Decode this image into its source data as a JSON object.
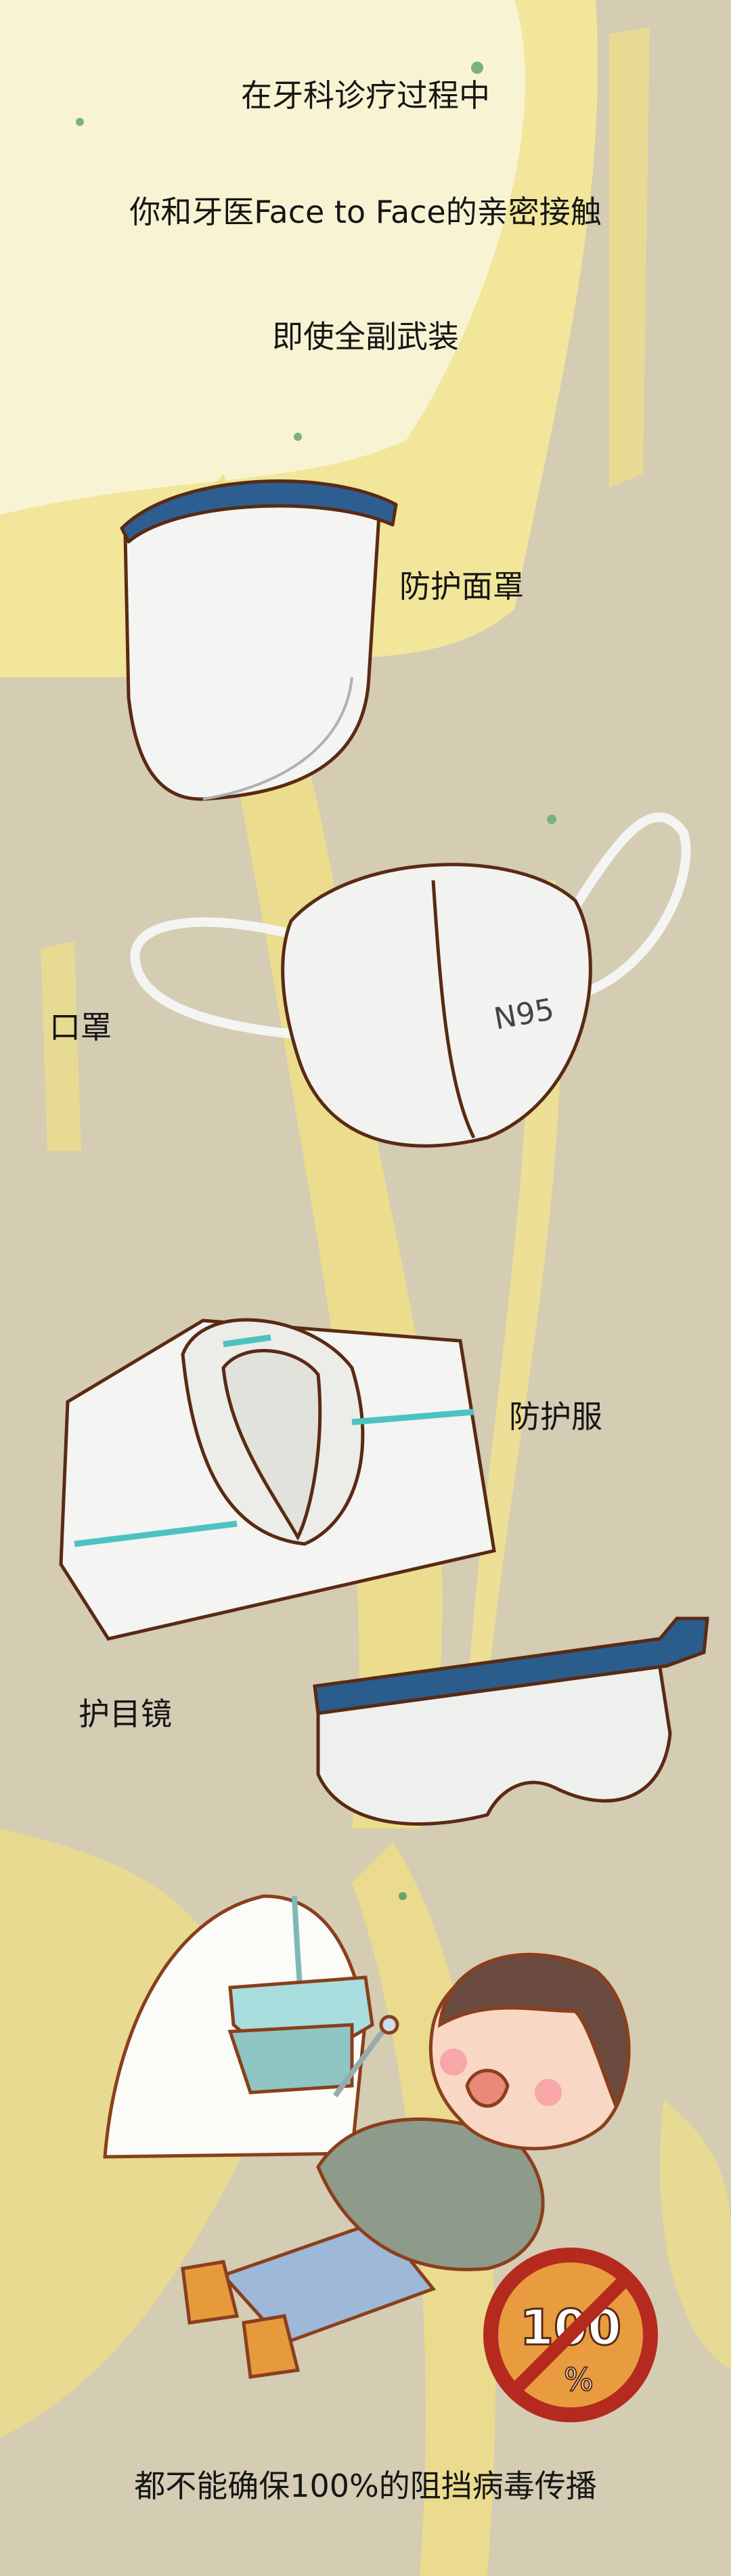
{
  "intro": {
    "line1": "在牙科诊疗过程中",
    "line2": "你和牙医Face to Face的亲密接触",
    "line3": "即使全副武装"
  },
  "items": [
    {
      "label": "防护面罩",
      "icon": "face-shield"
    },
    {
      "label": "口罩",
      "icon": "n95-mask",
      "mask_print": "N95"
    },
    {
      "label": "防护服",
      "icon": "protective-suit"
    },
    {
      "label": "护目镜",
      "icon": "goggles"
    }
  ],
  "scene": {
    "badge_text": "100",
    "badge_percent": "%"
  },
  "conclusion": "都不能确保100%的阻挡病毒传播",
  "colors": {
    "background": "#d4ccb3",
    "yellow": "#efdf86",
    "pale": "#f7f3cf",
    "outline": "#7a3b1e",
    "blue": "#2f5f8f",
    "teal": "#4cc3c0"
  }
}
